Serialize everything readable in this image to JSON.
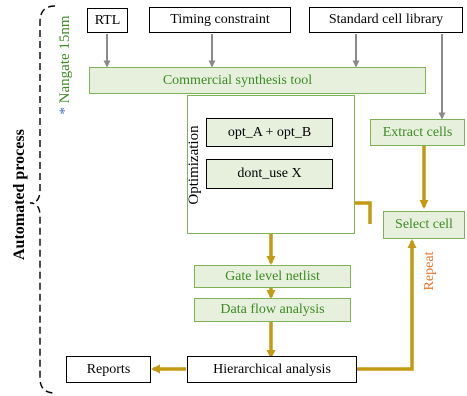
{
  "side": {
    "automated_process": "Automated process",
    "nangate_star": "*",
    "nangate_label": "Nangate 15nm",
    "repeat": "Repeat"
  },
  "inputs": {
    "rtl": "RTL",
    "timing": "Timing constraint",
    "library": "Standard cell library"
  },
  "synthesis": {
    "tool": "Commercial synthesis tool",
    "optimization": "Optimization",
    "opt_ab": "opt_A + opt_B",
    "dont_use": "dont_use X"
  },
  "cells": {
    "extract": "Extract cells",
    "select": "Select cell"
  },
  "flow": {
    "netlist": "Gate level netlist",
    "dataflow": "Data flow analysis",
    "hierarchical": "Hierarchical analysis",
    "reports": "Reports"
  },
  "colors": {
    "green_border": "#7fb256",
    "green_fill": "#e6f0dd",
    "green_text": "#3e8a25",
    "gold_arrow": "#c49a12",
    "gray_arrow": "#8a8a8a",
    "orange_text": "#e8742a",
    "blue_star": "#3b73c6"
  },
  "icons": {
    "tool": "monitor-gear-icon"
  }
}
